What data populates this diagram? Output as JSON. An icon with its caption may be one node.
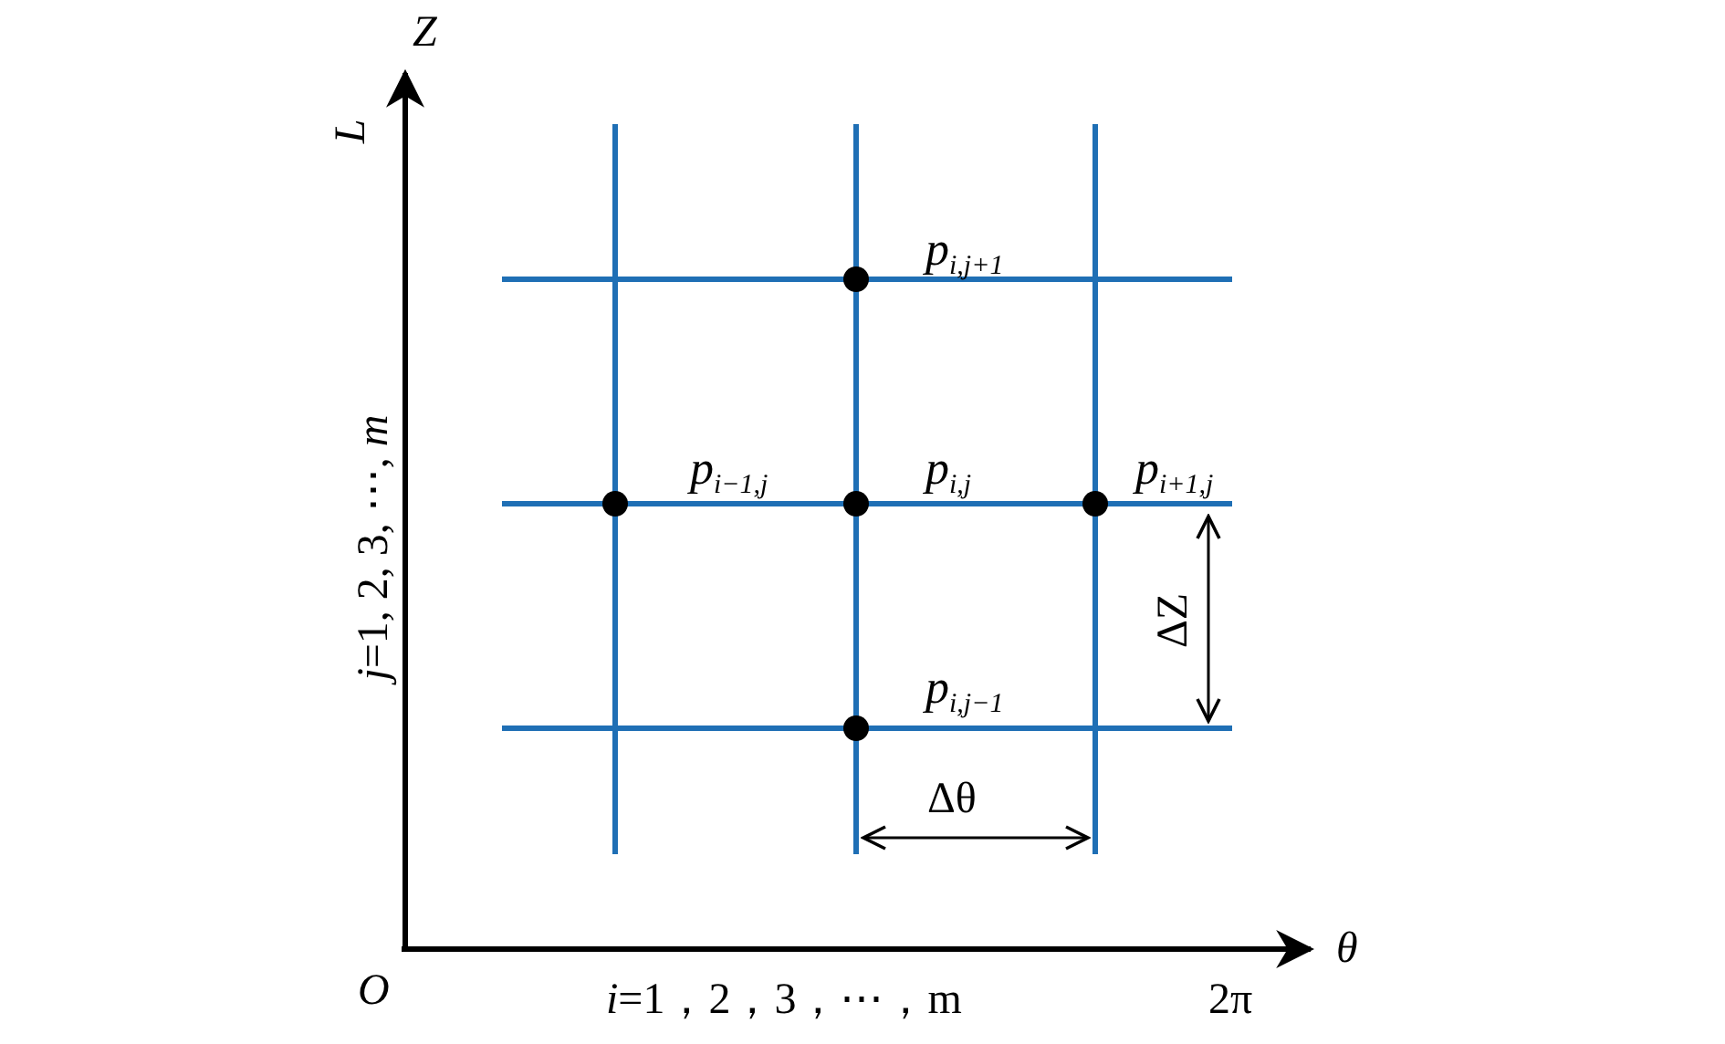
{
  "diagram": {
    "nodes": [
      {
        "text": [],
        "shape": "circle",
        "beside": [
          "*p*$_{i,j+1}$"
        ]
      },
      {
        "text": [],
        "shape": "circle",
        "beside": [
          "*p*$_{i−1,j}$"
        ]
      },
      {
        "text": [],
        "shape": "circle",
        "beside": [
          "*p*$_{i,j}$"
        ]
      },
      {
        "text": [],
        "shape": "circle",
        "beside": [
          "*p*$_{i+1,j}$"
        ]
      },
      {
        "text": [],
        "shape": "circle",
        "beside": [
          "*p*$_{i,j−1}$"
        ]
      }
    ],
    "labels": [
      "Z",
      "L",
      "*j*=1, 2, 3, ⋯, *m*",
      "ΔZ",
      "Δθ",
      "θ",
      "O",
      "*i*=1，2，3，⋯，m",
      "2π"
    ]
  }
}
